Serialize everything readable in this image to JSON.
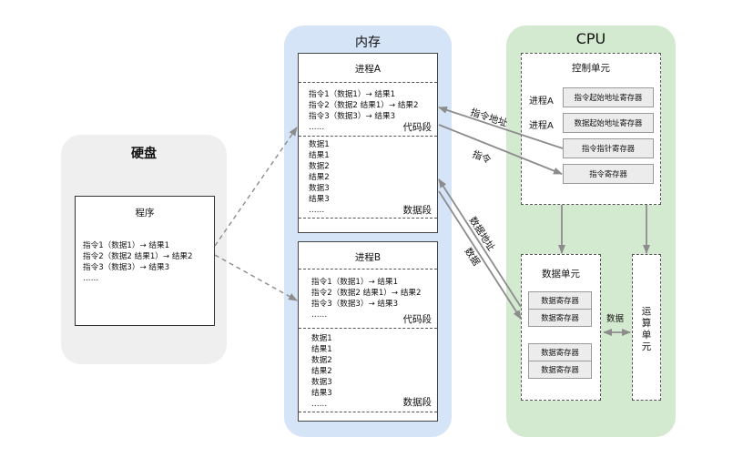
{
  "disk": {
    "title": "硬盘",
    "program": {
      "title": "程序",
      "lines": [
        "指令1（数据1）→ 结果1",
        "指令2（数据2 结果1）→ 结果2",
        "指令3（数据3）→ 结果3",
        "……"
      ]
    }
  },
  "memory": {
    "title": "内存",
    "processA": {
      "title": "进程A",
      "code_lines": [
        "指令1（数据1）→ 结果1",
        "指令2（数据2 结果1）→ 结果2",
        "指令3（数据3）→ 结果3",
        "……"
      ],
      "code_label": "代码段",
      "data_lines": [
        "数据1",
        "结果1",
        "数据2",
        "结果2",
        "数据3",
        "结果3",
        "……"
      ],
      "data_label": "数据段"
    },
    "processB": {
      "title": "进程B",
      "code_lines": [
        "指令1（数据1）→ 结果1",
        "指令2（数据2 结果1）→ 结果2",
        "指令3（数据3）→ 结果3",
        "……"
      ],
      "code_label": "代码段",
      "data_lines": [
        "数据1",
        "结果1",
        "数据2",
        "结果2",
        "数据3",
        "结果3",
        "……"
      ],
      "data_label": "数据段"
    }
  },
  "cpu": {
    "title": "CPU",
    "control_unit": {
      "title": "控制单元",
      "row_label_1": "进程A",
      "row_label_2": "进程A",
      "reg_instr_start": "指令起始地址寄存器",
      "reg_data_start": "数据起始地址寄存器",
      "reg_pc": "指令指针寄存器",
      "reg_ir": "指令寄存器"
    },
    "data_unit": {
      "title": "数据单元",
      "regs": [
        "数据寄存器",
        "数据寄存器",
        "数据寄存器",
        "数据寄存器"
      ]
    },
    "alu": {
      "label": "运算单元"
    }
  },
  "arrows": {
    "instr_addr": "指令地址",
    "instr": "指令",
    "data_addr": "数据地址",
    "data": "数据",
    "data_alu": "数据"
  },
  "colors": {
    "disk_panel": "#efefef",
    "memory_panel": "#d6e4f8",
    "cpu_panel": "#d4ead0",
    "register": "#ececec",
    "arrow": "#8c8c8c"
  }
}
